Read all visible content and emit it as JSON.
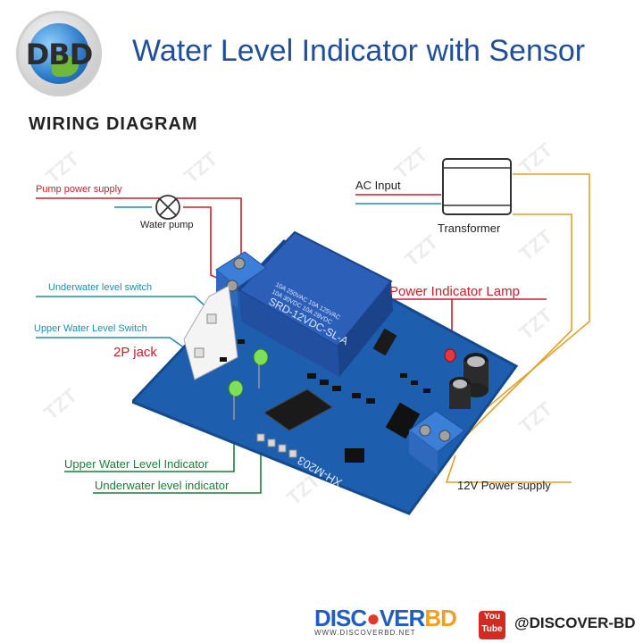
{
  "header": {
    "logo_text": "DBD",
    "title": "Water Level Indicator with Sensor"
  },
  "diagram": {
    "heading": "WIRING DIAGRAM",
    "labels": {
      "pump_power_supply": "Pump power supply",
      "water_pump": "Water pump",
      "underwater_level_switch": "Underwater level switch",
      "upper_water_level_switch": "Upper Water Level Switch",
      "two_p_jack": "2P jack",
      "upper_water_level_indicator": "Upper Water Level Indicator",
      "underwater_level_indicator": "Underwater level indicator",
      "ac_input": "AC Input",
      "transformer": "Transformer",
      "power_indicator_lamp": "Power Indicator Lamp",
      "twelve_v_power_supply": "12V Power supply"
    },
    "relay": {
      "line1": "SRD-12VDC-SL-A",
      "line2": "10A 250VAC  10A 125VAC",
      "line3": "10A 30VDC  10A 28VDC"
    },
    "board_model": "XH-M203",
    "watermark": "TZT",
    "colors": {
      "red_wire": "#c8202a",
      "teal_wire": "#1c8fb0",
      "green_wire": "#1e7d3a",
      "gold_wire": "#e0a12a",
      "pcb": "#1d5fae",
      "relay": "#2b5fb8"
    }
  },
  "footer": {
    "brand_prefix": "DISC",
    "brand_middle": "VER",
    "brand_suffix": "BD",
    "url": "WWW.DISCOVERBD.NET",
    "youtube_top": "You",
    "youtube_bottom": "Tube",
    "handle": "@DISCOVER-BD"
  }
}
